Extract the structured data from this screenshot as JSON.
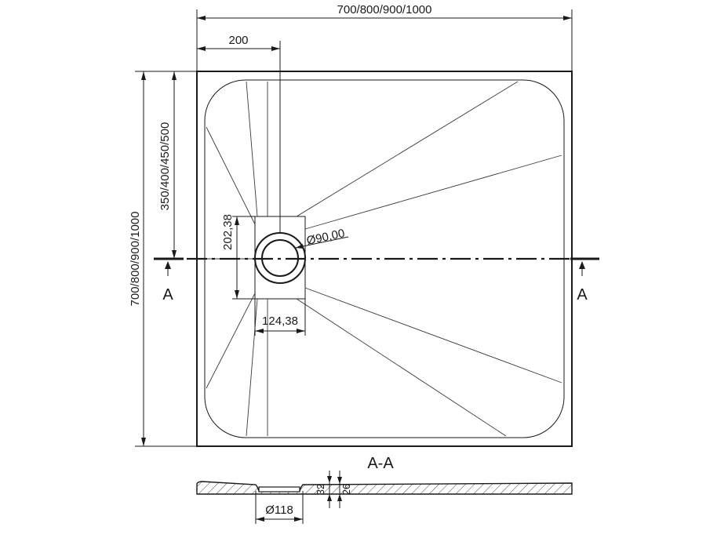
{
  "dimensions": {
    "overall_width": "700/800/900/1000",
    "drain_offset_x": "200",
    "overall_depth": "700/800/900/1000",
    "drain_offset_y": "350/400/450/500",
    "drain_box_height": "202,38",
    "drain_box_width": "124,38",
    "drain_diameter": "Ø90,00",
    "section_drain_diameter": "Ø118",
    "section_height_outer": "32",
    "section_height_inner": "26"
  },
  "section": {
    "marker_left": "A",
    "marker_right": "A",
    "title": "A-A"
  }
}
